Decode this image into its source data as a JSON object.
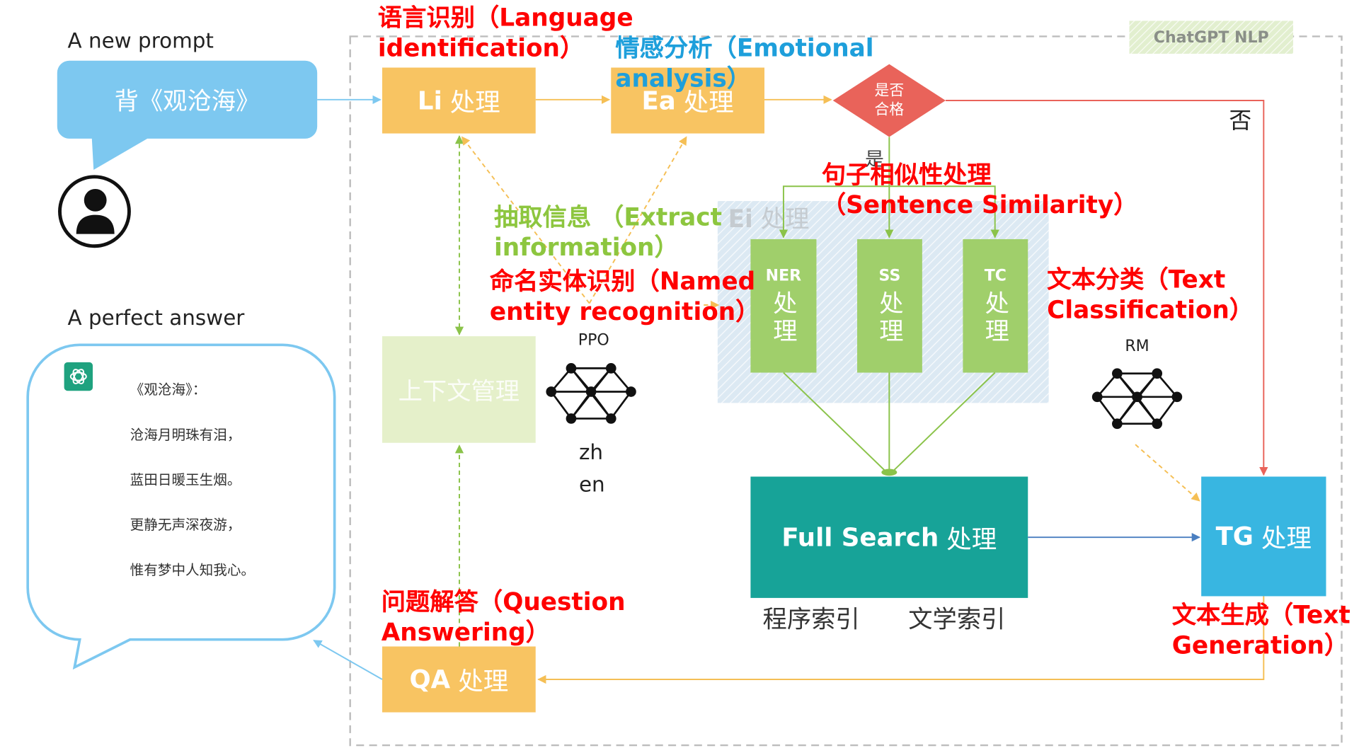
{
  "nlp_label": "ChatGPT NLP",
  "prompt": {
    "heading": "A new prompt",
    "text": "背《观沧海》"
  },
  "answer": {
    "heading": "A perfect answer",
    "lines": [
      "《观沧海》：",
      "沧海月明珠有泪，",
      "蓝田日暖玉生烟。",
      "更静无声深夜游，",
      "惟有梦中人知我心。"
    ]
  },
  "modules": {
    "li": {
      "abbr": "Li",
      "suffix": "处理"
    },
    "ea": {
      "abbr": "Ea",
      "suffix": "处理"
    },
    "ei": {
      "abbr": "Ei",
      "suffix": "处理"
    },
    "ner": {
      "abbr": "NER",
      "suffix": "处理"
    },
    "ss": {
      "abbr": "SS",
      "suffix": "处理"
    },
    "tc": {
      "abbr": "TC",
      "suffix": "处理"
    },
    "full_search": {
      "abbr": "Full Search",
      "suffix": "处理"
    },
    "tg": {
      "abbr": "TG",
      "suffix": "处理"
    },
    "qa": {
      "abbr": "QA",
      "suffix": "处理"
    },
    "context": {
      "label": "上下文管理"
    }
  },
  "decision": {
    "label": "是否\n合格",
    "yes": "是",
    "no": "否"
  },
  "annotations": {
    "language_id": "语言识别（Language\nidentification）",
    "emotional": "情感分析（Emotional\nanalysis）",
    "extract": "抽取信息 （Extract\ninformation）",
    "ner": "命名实体识别（Named\nentity recognition）",
    "similarity": "句子相似性处理\n（Sentence Similarity）",
    "classification": "文本分类（Text\nClassification）",
    "qa": "问题解答（Question\nAnswering）",
    "generation": "文本生成（Text\nGeneration）"
  },
  "models": {
    "ppo": "PPO",
    "rm": "RM"
  },
  "languages": [
    "zh",
    "en"
  ],
  "indexes": [
    "程序索引",
    "文学索引"
  ],
  "icons": {
    "user": "user-avatar-icon",
    "assistant": "chatgpt-logo-icon",
    "model": "neural-network-icon"
  },
  "colors": {
    "box-orange": "#F8C462",
    "line-orange": "#F5BF55",
    "search-teal": "#17A398",
    "tg-blue": "#38B6E1",
    "box-green": "#A0CF6B",
    "line-green": "#8BC34A",
    "bubble-blue": "#7DC8F0",
    "decision-red": "#E9635A",
    "annot-red": "#FF0000",
    "annot-blue": "#1E9FDB",
    "annot-green": "#8DC63F",
    "arrow-steel": "#4A7FC1",
    "context-green": "#E5F0CA",
    "chatgpt-green": "#1FA27F"
  }
}
